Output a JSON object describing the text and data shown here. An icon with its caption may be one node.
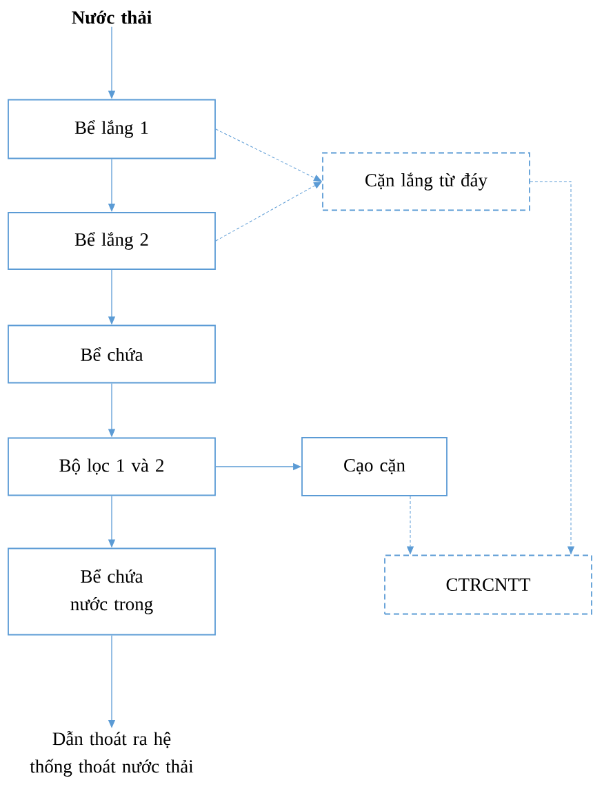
{
  "diagram": {
    "nodes": [
      {
        "text": [
          "Nước thải"
        ]
      },
      {
        "text": [
          "Bể lắng 1"
        ]
      },
      {
        "text": [
          "Bể lắng 2"
        ]
      },
      {
        "text": [
          "Bể chứa"
        ]
      },
      {
        "text": [
          "Bộ lọc 1 và 2"
        ]
      },
      {
        "text": [
          "Bể chứa nước trong"
        ]
      },
      {
        "text": [
          "Dẫn thoát ra hệ thống thoát nước thải"
        ]
      },
      {
        "text": [
          "Cặn lắng từ đáy"
        ]
      },
      {
        "text": [
          "Cạo cặn"
        ]
      },
      {
        "text": [
          "CTRCNTT"
        ]
      }
    ],
    "edges": [
      {
        "from": 0,
        "to": 1,
        "arrow": "to"
      },
      {
        "from": 1,
        "to": 2,
        "arrow": "to"
      },
      {
        "from": 2,
        "to": 3,
        "arrow": "to"
      },
      {
        "from": 3,
        "to": 4,
        "arrow": "to"
      },
      {
        "from": 4,
        "to": 5,
        "arrow": "to"
      },
      {
        "from": 5,
        "to": 6,
        "arrow": "to"
      },
      {
        "from": 1,
        "to": 7,
        "arrow": "to",
        "style": "dashed"
      },
      {
        "from": 2,
        "to": 7,
        "arrow": "to",
        "style": "dashed"
      },
      {
        "from": 4,
        "to": 8,
        "arrow": "to"
      },
      {
        "from": 8,
        "to": 9,
        "arrow": "to",
        "style": "dashed"
      },
      {
        "from": 7,
        "to": 9,
        "arrow": "to",
        "style": "dashed"
      }
    ]
  }
}
